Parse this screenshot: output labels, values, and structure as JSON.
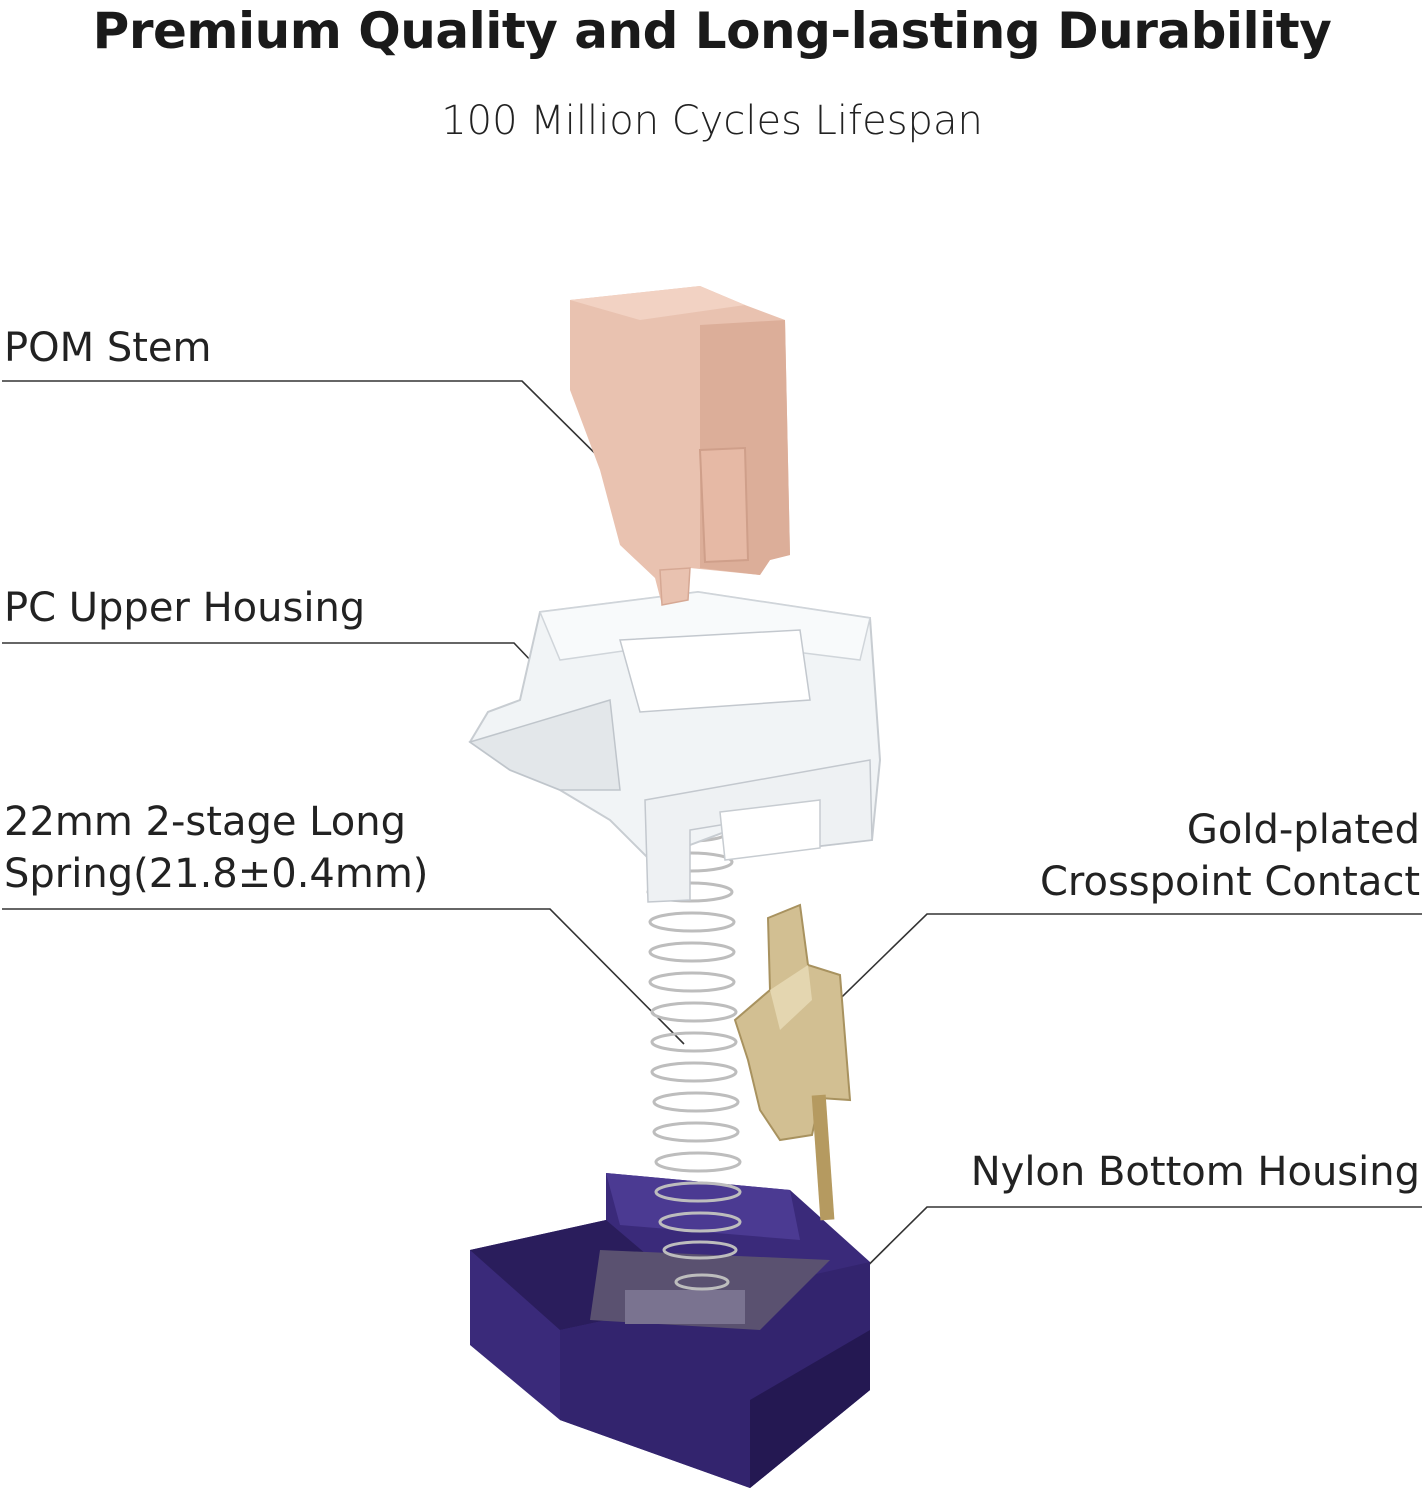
{
  "header": {
    "title": "Premium Quality and Long-lasting Durability",
    "subtitle": "100 Million Cycles Lifespan"
  },
  "callouts": {
    "stem": "POM Stem",
    "upper_housing": "PC Upper Housing",
    "spring_line1": "22mm 2-stage Long",
    "spring_line2": "Spring(21.8±0.4mm)",
    "contact_line1": "Gold-plated",
    "contact_line2": "Crosspoint Contact",
    "bottom_housing": "Nylon Bottom Housing"
  },
  "colors": {
    "stem": "#e9c2b0",
    "stem_shade": "#d6a894",
    "housing_clear": "#eef2f4",
    "spring": "#c9c9c9",
    "contact_gold": "#cdb88a",
    "bottom_purple": "#3a2a7a",
    "bottom_purple_dark": "#2a1d5c",
    "leader_line": "#333333"
  }
}
